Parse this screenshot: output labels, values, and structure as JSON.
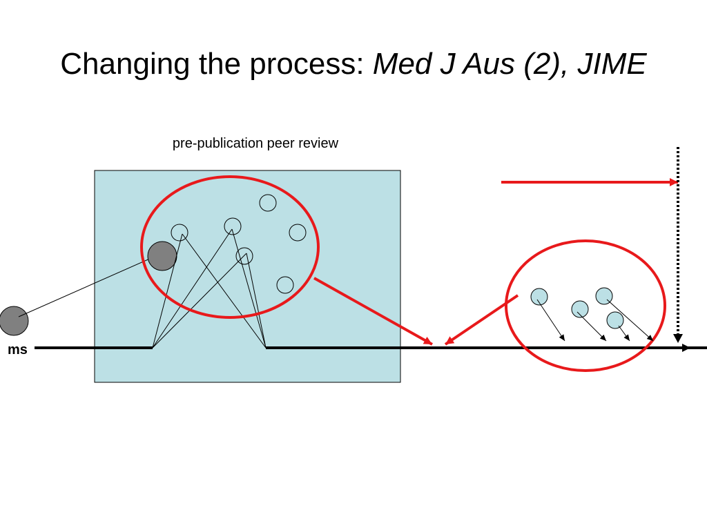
{
  "slide": {
    "title_plain": "Changing the process: ",
    "title_italic": "Med J Aus (2), JIME",
    "box_label": "pre-publication peer review",
    "timeline_label": "ms"
  },
  "colors": {
    "box_fill": "#bce0e5",
    "highlight_red": "#e8191b",
    "manuscript_gray": "#808080",
    "reviewer_fill": "#bce0e5",
    "line_black": "#000000"
  }
}
